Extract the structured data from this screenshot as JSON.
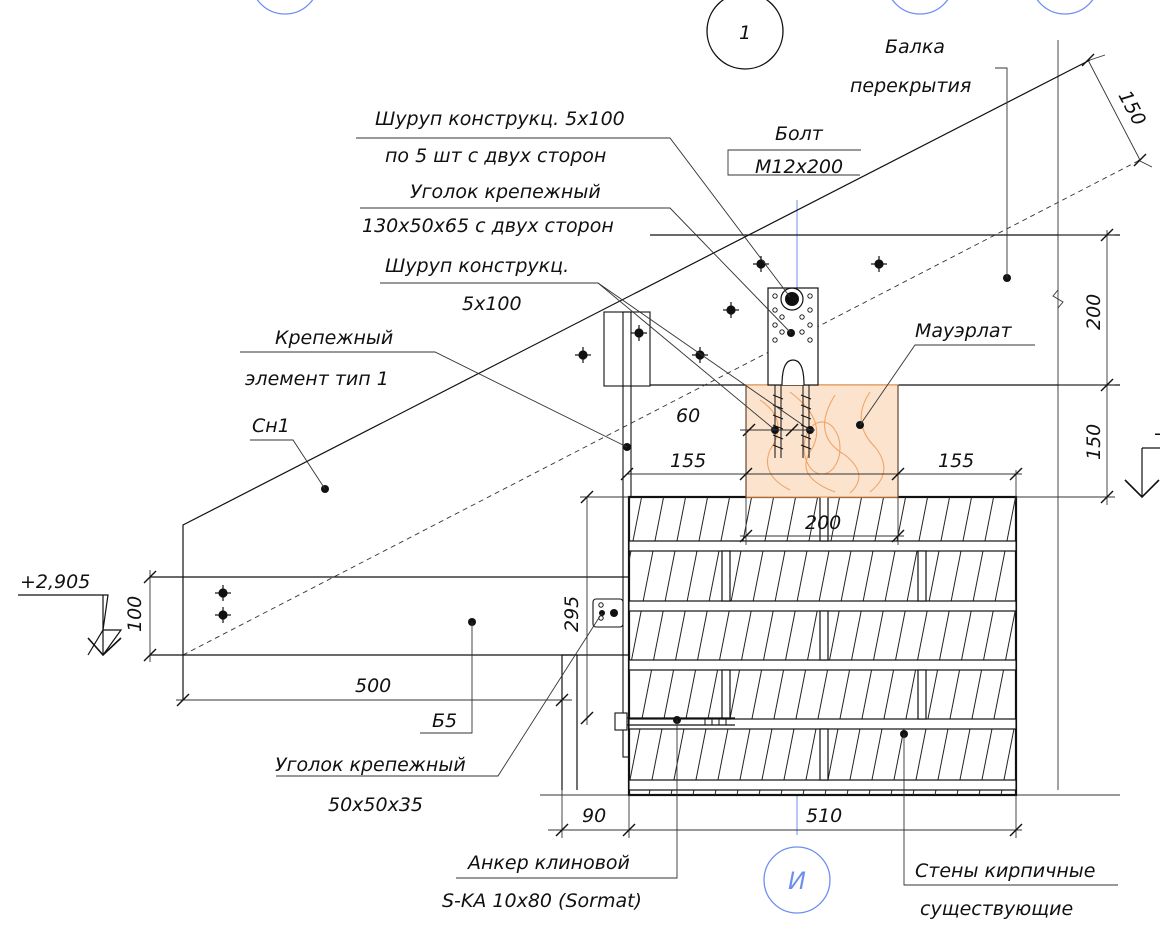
{
  "colors": {
    "line": "#111111",
    "timber": "#f0a060",
    "axis": "#6f8ff0",
    "background": "#ffffff"
  },
  "node": {
    "number": "1",
    "axis_label": "И"
  },
  "labels": {
    "beam": [
      "Балка",
      "перекрытия"
    ],
    "screw_5x100_both": [
      "Шуруп конструкц. 5х100",
      "по 5 шт с двух сторон"
    ],
    "bolt": [
      "Болт",
      "М12х200"
    ],
    "angle_130": [
      "Уголок крепежный",
      "130х50х65 с двух сторон"
    ],
    "screw_5x100": [
      "Шуруп конструкц.",
      "5х100"
    ],
    "mauerlat": "Мауэрлат",
    "fastener_type1": [
      "Крепежный",
      "элемент тип 1"
    ],
    "rafter": "Сн1",
    "level_mark": "+2,905",
    "beam_b5": "Б5",
    "angle_50": [
      "Уголок крепежный",
      "50х50х35"
    ],
    "anchor": [
      "Анкер клиновой",
      "S-KA 10x80 (Sormat)"
    ],
    "walls": [
      "Стены кирпичные",
      "существующие"
    ],
    "right_level_mark": "+"
  },
  "dimensions": {
    "rafter_depth": "150",
    "beam_height": "200",
    "mauerlat_height": "150",
    "screw_spacing": "60",
    "offset_left": "155",
    "offset_right": "155",
    "mauerlat_width": "200",
    "beam_b5_height": "100",
    "angle_height": "295",
    "overhang": "500",
    "wall_offset": "90",
    "wall_thickness": "510"
  }
}
